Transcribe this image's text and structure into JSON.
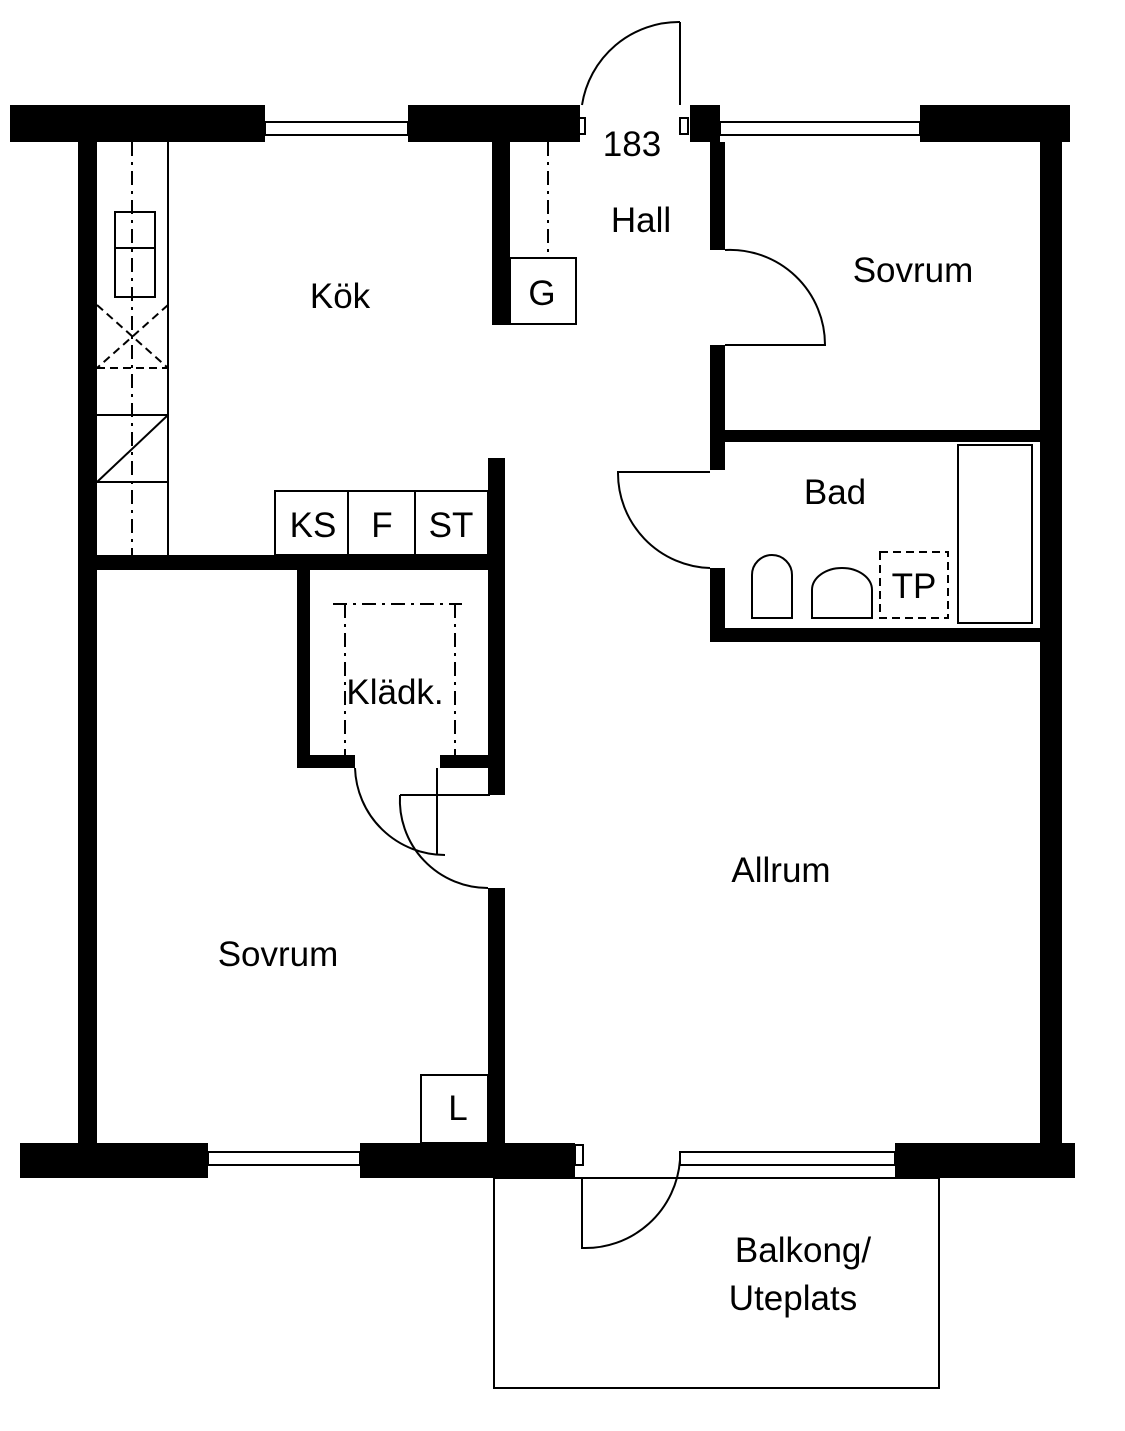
{
  "plan": {
    "unit_number": "183",
    "rooms": {
      "hall": "Hall",
      "bedroom_top": "Sovrum",
      "kitchen": "Kök",
      "bathroom": "Bad",
      "closet": "Klädk.",
      "living_room": "Allrum",
      "bedroom_bottom": "Sovrum",
      "balcony_line1": "Balkong/",
      "balcony_line2": "Uteplats"
    },
    "fixtures": {
      "wardrobe": "G",
      "freezer": "KS",
      "fridge": "F",
      "storage": "ST",
      "drying_cabinet": "TP",
      "linen": "L"
    }
  }
}
